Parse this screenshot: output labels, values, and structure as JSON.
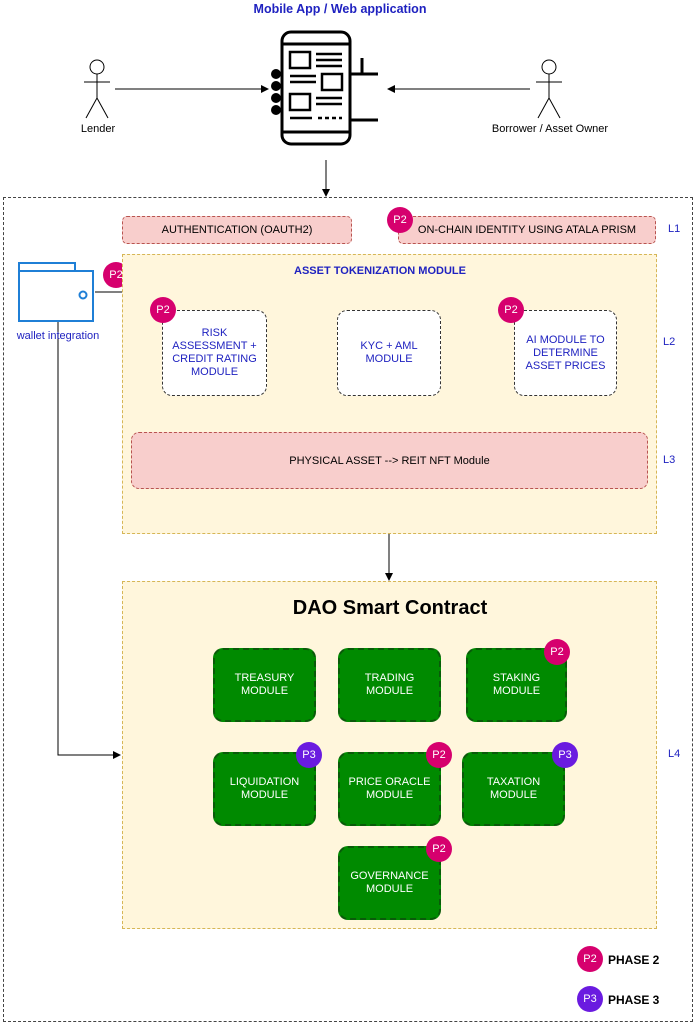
{
  "header": {
    "title": "Mobile App / Web application"
  },
  "actors": {
    "lender": "Lender",
    "borrower": "Borrower / Asset Owner"
  },
  "layers": {
    "authentication": "AUTHENTICATION (OAUTH2)",
    "identity": "ON-CHAIN IDENTITY USING ATALA PRISM",
    "wallet": "wallet integration",
    "tokenization_title": "ASSET TOKENIZATION MODULE",
    "risk": "RISK ASSESSMENT  + CREDIT RATING MODULE",
    "kyc": "KYC + AML MODULE",
    "ai": "AI MODULE TO DETERMINE ASSET PRICES",
    "physical": "PHYSICAL ASSET --> REIT NFT Module",
    "dao_title": "DAO Smart Contract"
  },
  "modules": {
    "treasury": "TREASURY MODULE",
    "trading": "TRADING MODULE",
    "staking": "STAKING MODULE",
    "liquidation": "LIQUIDATION MODULE",
    "price_oracle": "PRICE ORACLE MODULE",
    "taxation": "TAXATION MODULE",
    "governance": "GOVERNANCE MODULE"
  },
  "levels": {
    "l1": "L1",
    "l2": "L2",
    "l3": "L3",
    "l4": "L4"
  },
  "badges": {
    "p2": "P2",
    "p3": "P3"
  },
  "legend": {
    "phase2": "PHASE 2",
    "phase3": "PHASE 3"
  },
  "colors": {
    "phase2": "#d6006e",
    "phase3": "#6a1be0",
    "module_green": "#008a00",
    "accent_blue": "#1f22c0"
  }
}
